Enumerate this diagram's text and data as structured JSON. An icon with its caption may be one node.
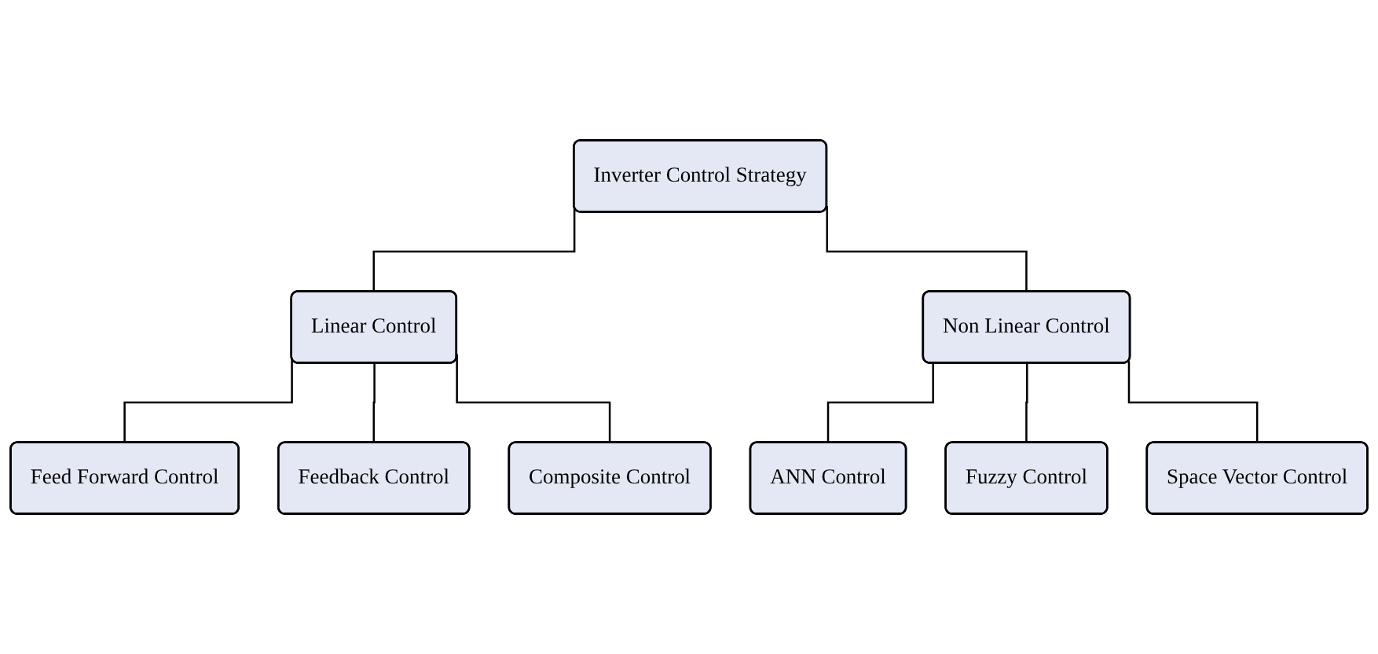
{
  "diagram": {
    "nodes": [
      {
        "text": [
          "Inverter Control Strategy"
        ]
      },
      {
        "text": [
          "Linear Control"
        ]
      },
      {
        "text": [
          "Non Linear Control"
        ]
      },
      {
        "text": [
          "Feed Forward Control"
        ]
      },
      {
        "text": [
          "Feedback Control"
        ]
      },
      {
        "text": [
          "Composite Control"
        ]
      },
      {
        "text": [
          "ANN Control"
        ]
      },
      {
        "text": [
          "Fuzzy Control"
        ]
      },
      {
        "text": [
          "Space Vector Control"
        ]
      }
    ],
    "edges": [
      {
        "from": 0,
        "to": 1,
        "arrow": "none"
      },
      {
        "from": 0,
        "to": 2,
        "arrow": "none"
      },
      {
        "from": 1,
        "to": 3,
        "arrow": "none"
      },
      {
        "from": 1,
        "to": 4,
        "arrow": "none"
      },
      {
        "from": 1,
        "to": 5,
        "arrow": "none"
      },
      {
        "from": 2,
        "to": 6,
        "arrow": "none"
      },
      {
        "from": 2,
        "to": 7,
        "arrow": "none"
      },
      {
        "from": 2,
        "to": 8,
        "arrow": "none"
      }
    ]
  }
}
